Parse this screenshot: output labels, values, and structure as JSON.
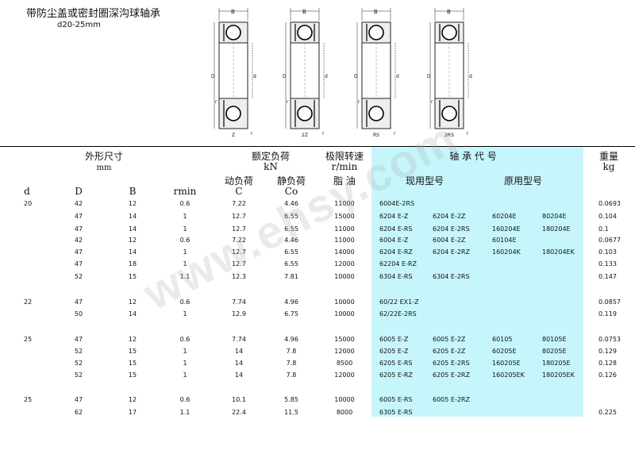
{
  "title": "带防尘盖或密封圈深沟球轴承",
  "subtitle": "d20-25mm",
  "drawings": [
    {
      "type_label": "Z"
    },
    {
      "type_label": "2Z"
    },
    {
      "type_label": "RS"
    },
    {
      "type_label": "2RS"
    }
  ],
  "drawing_labels": {
    "b": "B",
    "d_outer": "D",
    "d_inner": "d",
    "r": "r"
  },
  "header": {
    "dims": "外形尺寸",
    "dims_unit": "mm",
    "load": "额定负荷",
    "load_unit": "kN",
    "speed": "极限转速",
    "speed_unit": "r/min",
    "code": "轴 承 代 号",
    "weight": "重量",
    "weight_unit": "kg",
    "dynamic": "动负荷",
    "static": "静负荷",
    "grease": "脂  油",
    "current_model": "现用型号",
    "original_model": "原用型号",
    "col_d": "d",
    "col_D": "D",
    "col_B": "B",
    "col_rmin": "rmin",
    "col_C": "C",
    "col_Co": "Co"
  },
  "rows": [
    {
      "d": "20",
      "D": "42",
      "B": "12",
      "rmin": "0.6",
      "C": "7.22",
      "Co": "4.46",
      "speed": "11000",
      "m1": "6004E-2RS",
      "m2": "",
      "o1": "",
      "o2": "",
      "w": "0.0693"
    },
    {
      "d": "",
      "D": "47",
      "B": "14",
      "rmin": "1",
      "C": "12.7",
      "Co": "6.55",
      "speed": "15000",
      "m1": "6204 E-Z",
      "m2": "6204 E-2Z",
      "o1": "60204E",
      "o2": "80204E",
      "w": "0.104"
    },
    {
      "d": "",
      "D": "47",
      "B": "14",
      "rmin": "1",
      "C": "12.7",
      "Co": "6.55",
      "speed": "11000",
      "m1": "6204 E-RS",
      "m2": "6204 E-2RS",
      "o1": "160204E",
      "o2": "180204E",
      "w": "0.1"
    },
    {
      "d": "",
      "D": "42",
      "B": "12",
      "rmin": "0.6",
      "C": "7.22",
      "Co": "4.46",
      "speed": "11000",
      "m1": "6004 E-Z",
      "m2": "6004 E-2Z",
      "o1": "60104E",
      "o2": "",
      "w": "0.0677"
    },
    {
      "d": "",
      "D": "47",
      "B": "14",
      "rmin": "1",
      "C": "12.7",
      "Co": "6.55",
      "speed": "14000",
      "m1": "6204 E-RZ",
      "m2": "6204 E-2RZ",
      "o1": "160204K",
      "o2": "180204EK",
      "w": "0.103"
    },
    {
      "d": "",
      "D": "47",
      "B": "18",
      "rmin": "1",
      "C": "12.7",
      "Co": "6.55",
      "speed": "12000",
      "m1": "62204 E-RZ",
      "m2": "",
      "o1": "",
      "o2": "",
      "w": "0.133"
    },
    {
      "d": "",
      "D": "52",
      "B": "15",
      "rmin": "1.1",
      "C": "12.3",
      "Co": "7.81",
      "speed": "10000",
      "m1": "6304 E-RS",
      "m2": "6304 E-2RS",
      "o1": "",
      "o2": "",
      "w": "0.147"
    },
    {
      "d": "22",
      "D": "47",
      "B": "12",
      "rmin": "0.6",
      "C": "7.74",
      "Co": "4.96",
      "speed": "10000",
      "m1": "60/22 EX1-Z",
      "m2": "",
      "o1": "",
      "o2": "",
      "w": "0.0857"
    },
    {
      "d": "",
      "D": "50",
      "B": "14",
      "rmin": "1",
      "C": "12.9",
      "Co": "6.75",
      "speed": "10000",
      "m1": "62/22E-2RS",
      "m2": "",
      "o1": "",
      "o2": "",
      "w": "0.119"
    },
    {
      "d": "25",
      "D": "47",
      "B": "12",
      "rmin": "0.6",
      "C": "7.74",
      "Co": "4.96",
      "speed": "15000",
      "m1": "6005 E-Z",
      "m2": "6005 E-2Z",
      "o1": "60105",
      "o2": "80105E",
      "w": "0.0753"
    },
    {
      "d": "",
      "D": "52",
      "B": "15",
      "rmin": "1",
      "C": "14",
      "Co": "7.8",
      "speed": "12000",
      "m1": "6205 E-Z",
      "m2": "6205 E-2Z",
      "o1": "60205E",
      "o2": "80205E",
      "w": "0.129"
    },
    {
      "d": "",
      "D": "52",
      "B": "15",
      "rmin": "1",
      "C": "14",
      "Co": "7.8",
      "speed": "8500",
      "m1": "6205 E-RS",
      "m2": "6205 E-2RS",
      "o1": "160205E",
      "o2": "180205E",
      "w": "0.128"
    },
    {
      "d": "",
      "D": "52",
      "B": "15",
      "rmin": "1",
      "C": "14",
      "Co": "7.8",
      "speed": "12000",
      "m1": "6205 E-RZ",
      "m2": "6205 E-2RZ",
      "o1": "160205EK",
      "o2": "180205EK",
      "w": "0.126"
    },
    {
      "d": "25",
      "D": "47",
      "B": "12",
      "rmin": "0.6",
      "C": "10.1",
      "Co": "5.85",
      "speed": "10000",
      "m1": "6005 E-RS",
      "m2": "6005 E-2RZ",
      "o1": "",
      "o2": "",
      "w": ""
    },
    {
      "d": "",
      "D": "62",
      "B": "17",
      "rmin": "1.1",
      "C": "22.4",
      "Co": "11.5",
      "speed": "8000",
      "m1": "6305 E-RS",
      "m2": "",
      "o1": "",
      "o2": "",
      "w": "0.225"
    }
  ],
  "watermark": "www.ehsy.com"
}
